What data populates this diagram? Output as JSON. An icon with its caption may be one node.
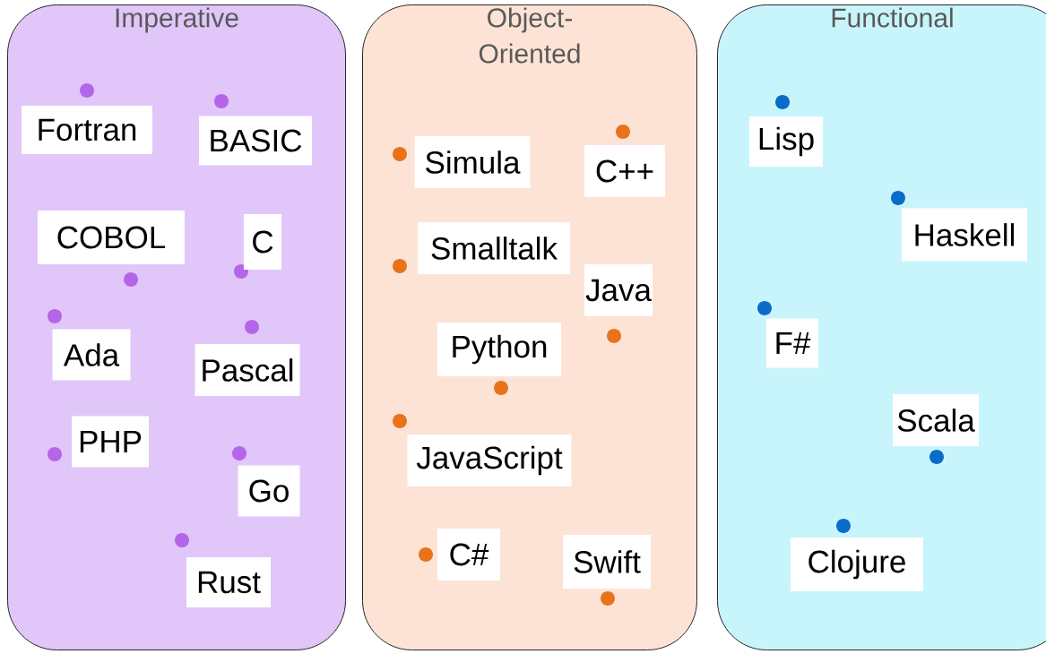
{
  "diagram": {
    "nodes": [
      {
        "text": [
          "Imperative"
        ]
      },
      {
        "text": [
          "Fortran"
        ],
        "in": 0
      },
      {
        "text": [
          "BASIC"
        ],
        "in": 0
      },
      {
        "text": [
          "COBOL"
        ],
        "in": 0
      },
      {
        "text": [
          "C"
        ],
        "in": 0
      },
      {
        "text": [
          "Ada"
        ],
        "in": 0
      },
      {
        "text": [
          "Pascal"
        ],
        "in": 0
      },
      {
        "text": [
          "PHP"
        ],
        "in": 0
      },
      {
        "text": [
          "Go"
        ],
        "in": 0
      },
      {
        "text": [
          "Rust"
        ],
        "in": 0
      },
      {
        "text": [
          "Object-Oriented"
        ]
      },
      {
        "text": [
          "Simula"
        ],
        "in": 10
      },
      {
        "text": [
          "C++"
        ],
        "in": 10
      },
      {
        "text": [
          "Smalltalk"
        ],
        "in": 10
      },
      {
        "text": [
          "Java"
        ],
        "in": 10
      },
      {
        "text": [
          "Python"
        ],
        "in": 10
      },
      {
        "text": [
          "JavaScript"
        ],
        "in": 10
      },
      {
        "text": [
          "C#"
        ],
        "in": 10
      },
      {
        "text": [
          "Swift"
        ],
        "in": 10
      },
      {
        "text": [
          "Functional"
        ]
      },
      {
        "text": [
          "Lisp"
        ],
        "in": 19
      },
      {
        "text": [
          "Haskell"
        ],
        "in": 19
      },
      {
        "text": [
          "F#"
        ],
        "in": 19
      },
      {
        "text": [
          "Scala"
        ],
        "in": 19
      },
      {
        "text": [
          "Clojure"
        ],
        "in": 19
      }
    ]
  }
}
